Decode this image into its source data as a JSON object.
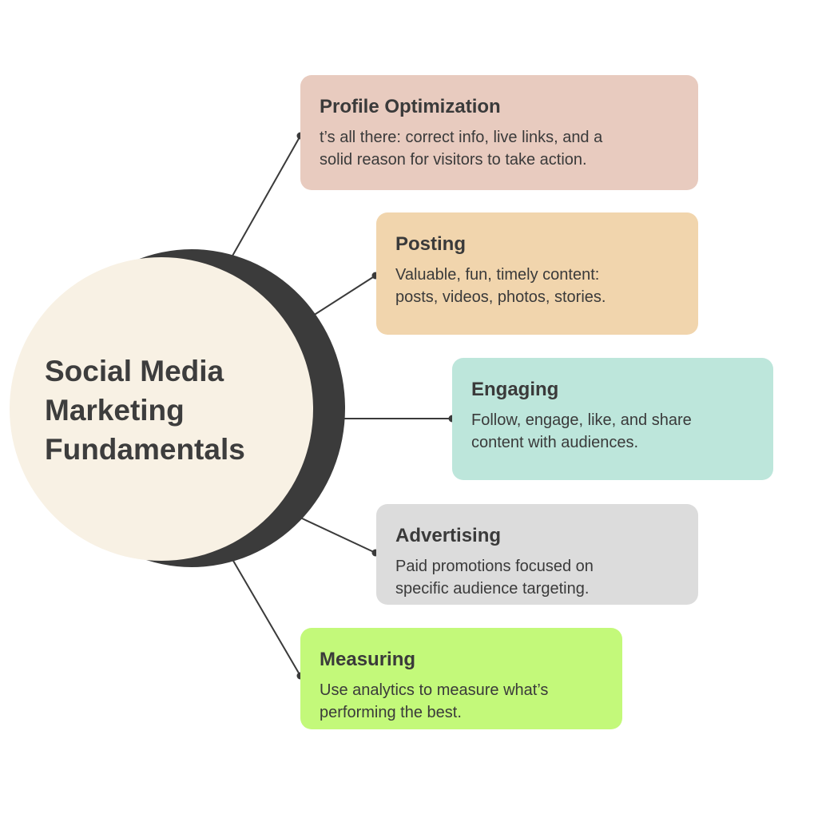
{
  "hub": {
    "title_lines": [
      "Social Media",
      "Marketing",
      "Fundamentals"
    ]
  },
  "cards": [
    {
      "title": "Profile Optimization",
      "desc_lines": [
        "t’s all there: correct info, live links, and a",
        "solid reason for visitors to take action."
      ],
      "color": "#e8cbbf"
    },
    {
      "title": "Posting",
      "desc_lines": [
        "Valuable, fun, timely content:",
        "posts, videos, photos, stories."
      ],
      "color": "#f1d5ad"
    },
    {
      "title": "Engaging",
      "desc_lines": [
        "Follow, engage, like, and share",
        "content with audiences."
      ],
      "color": "#bde6db"
    },
    {
      "title": "Advertising",
      "desc_lines": [
        "Paid promotions focused on",
        "specific audience targeting."
      ],
      "color": "#dcdcdc"
    },
    {
      "title": "Measuring",
      "desc_lines": [
        "Use analytics to measure what’s",
        "performing the best."
      ],
      "color": "#c3f97a"
    }
  ],
  "colors": {
    "hub_fill": "#f8f1e4",
    "hub_shadow": "#3b3b3b",
    "connector": "#3a3a3a"
  }
}
